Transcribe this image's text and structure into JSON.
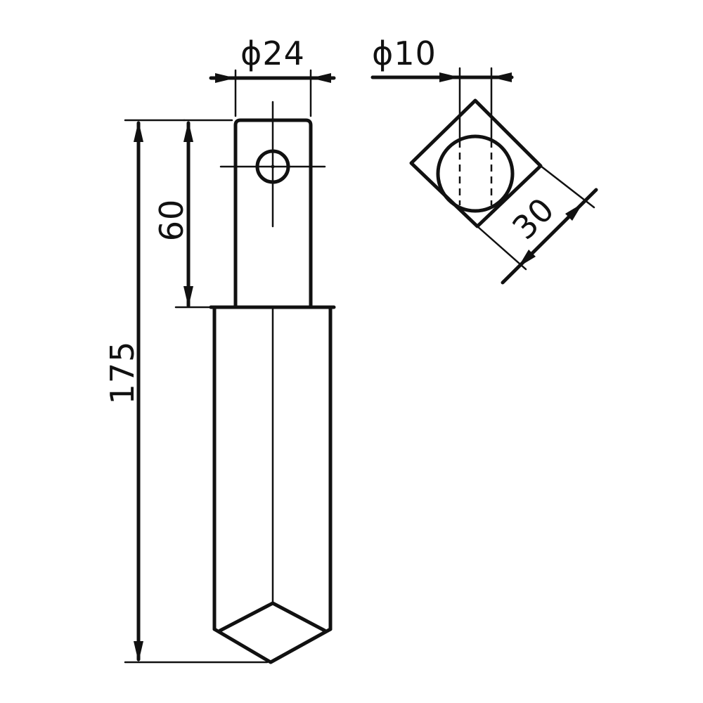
{
  "dimensions": {
    "head_diameter": "ϕ24",
    "pin_hole_diameter": "ϕ10",
    "square_width": "30",
    "head_length": "60",
    "total_length": "175"
  },
  "colors": {
    "line": "#111111",
    "background": "#ffffff"
  }
}
